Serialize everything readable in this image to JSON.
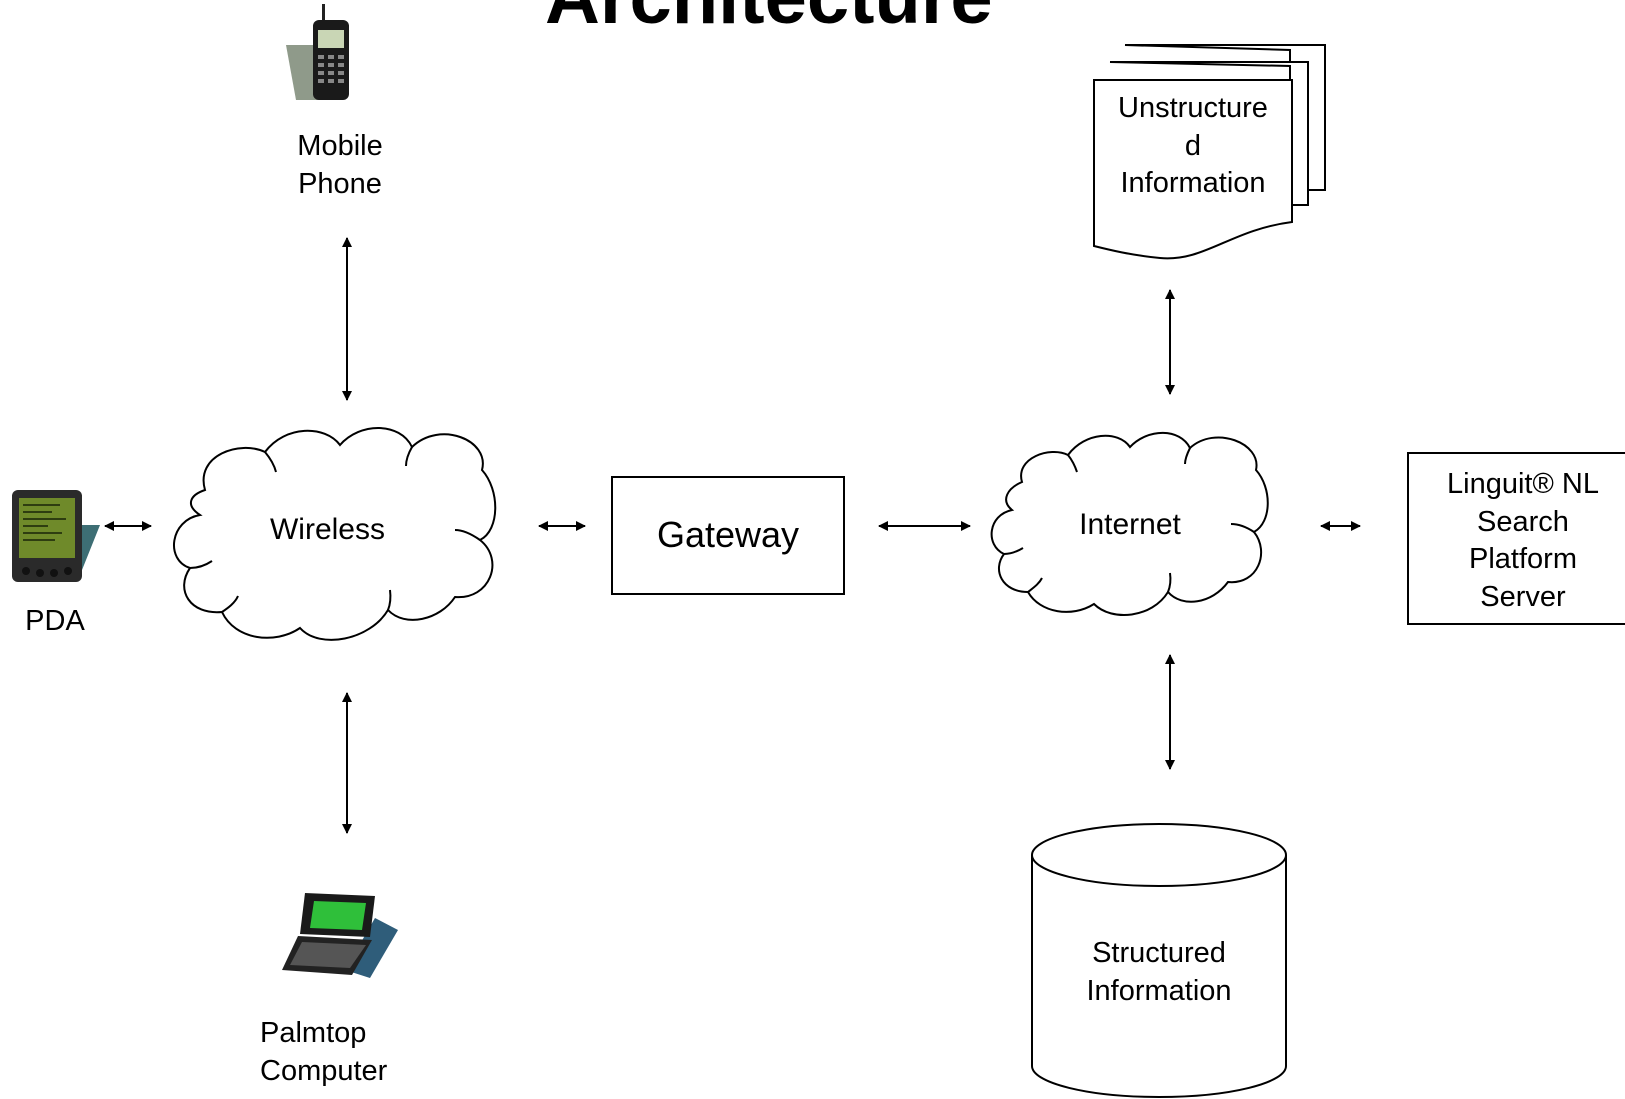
{
  "title": "Architecture",
  "nodes": {
    "mobile_phone": "Mobile\nPhone",
    "pda": "PDA",
    "palmtop": "Palmtop\nComputer",
    "wireless": "Wireless",
    "gateway": "Gateway",
    "internet": "Internet",
    "unstructured": "Unstructure\nd\nInformation",
    "structured": "Structured\nInformation",
    "linguit": "Linguit® NL\nSearch\nPlatform\nServer"
  }
}
